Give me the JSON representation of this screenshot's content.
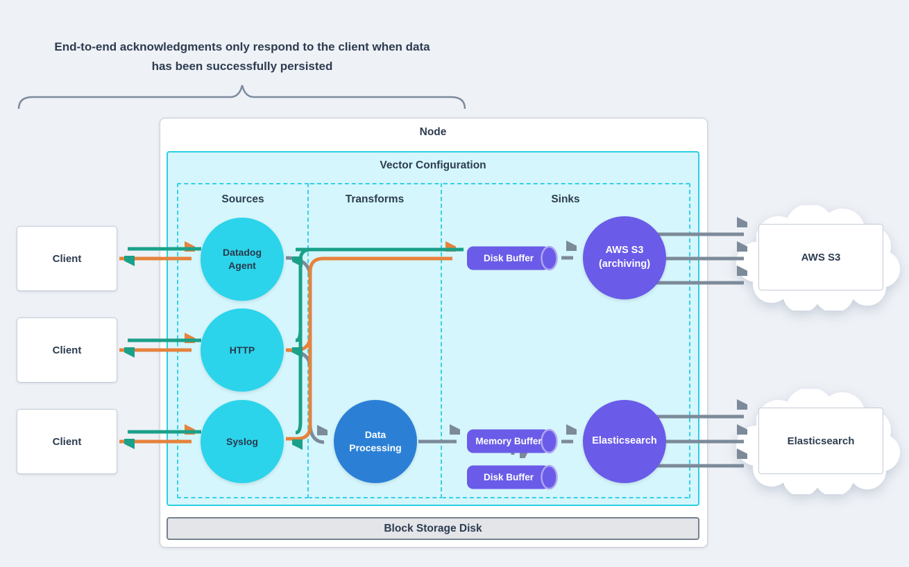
{
  "annotation": {
    "line1": "End-to-end acknowledgments only respond to the client when data",
    "line2": "has been successfully persisted"
  },
  "node": {
    "title": "Node",
    "vector_config": {
      "title": "Vector Configuration",
      "sections": [
        {
          "id": "sources",
          "label": "Sources"
        },
        {
          "id": "transforms",
          "label": "Transforms"
        },
        {
          "id": "sinks",
          "label": "Sinks"
        }
      ]
    },
    "storage": {
      "label": "Block Storage Disk"
    }
  },
  "clients": [
    {
      "label": "Client"
    },
    {
      "label": "Client"
    },
    {
      "label": "Client"
    }
  ],
  "sources": [
    {
      "label": "Datadog Agent"
    },
    {
      "label": "HTTP"
    },
    {
      "label": "Syslog"
    }
  ],
  "transforms": [
    {
      "label": "Data Processing"
    }
  ],
  "sinks": {
    "buffers": [
      {
        "label": "Disk Buffer"
      },
      {
        "label": "Memory Buffer"
      },
      {
        "label": "Disk Buffer"
      }
    ],
    "services": [
      {
        "label": "AWS S3 (archiving)"
      },
      {
        "label": "Elasticsearch"
      }
    ]
  },
  "externals": [
    {
      "label": "AWS S3"
    },
    {
      "label": "Elasticsearch"
    }
  ],
  "colors": {
    "ack_arrow": "#1ba089",
    "data_arrow": "#e6823c",
    "internal_arrow": "#7c8a99",
    "source_node": "#2bd4ea",
    "transform_node": "#2b80d6",
    "sink_node": "#6a5be8",
    "vector_config_bg": "#d5f6fc",
    "vector_config_border": "#2bcfe4",
    "dashed_border": "#35cfe8",
    "text_dark": "#2d3c50",
    "page_bg": "#eef1f6"
  }
}
